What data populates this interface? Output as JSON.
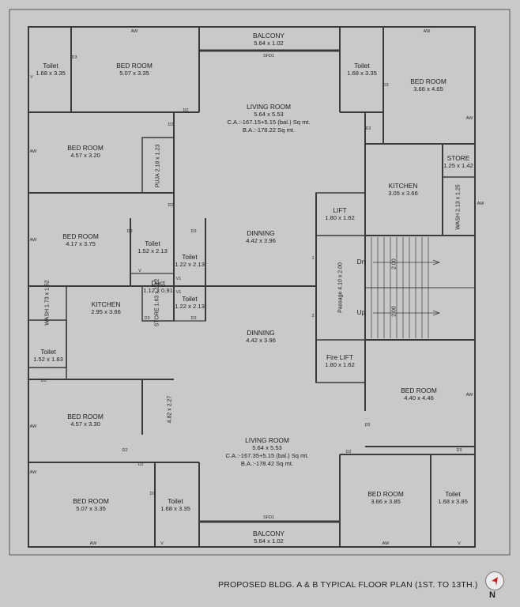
{
  "caption": "PROPOSED BLDG. A & B TYPICAL FLOOR PLAN (1ST. TO 13TH.)",
  "north_label": "N",
  "rooms": {
    "balcony_top": {
      "name": "BALCONY",
      "size": "5.64 x 1.02"
    },
    "toilet_tl": {
      "name": "Toilet",
      "size": "1.68 x 3.35"
    },
    "bedroom_tl": {
      "name": "BED ROOM",
      "size": "5.07 x 3.35"
    },
    "living_top": {
      "name": "LIVING ROOM",
      "size": "5.64 x 5.53",
      "ca": "C.A.:-167.15+5.15 (bal.) Sq mt.",
      "ba": "B.A.:-178.22 Sq mt."
    },
    "toilet_tr": {
      "name": "Toilet",
      "size": "1.68 x 3.35"
    },
    "bedroom_tr": {
      "name": "BED ROOM",
      "size": "3.66 x 4.65"
    },
    "bedroom_l2": {
      "name": "BED ROOM",
      "size": "4.57 x 3.20"
    },
    "puja": {
      "name": "PUJA",
      "size": "2.18 x 1.23"
    },
    "store_tr": {
      "name": "STORE",
      "size": "1.25 x 1.42"
    },
    "kitchen_tr": {
      "name": "KITCHEN",
      "size": "3.05 x 3.66"
    },
    "wash_tr": {
      "name": "WASH",
      "size": "2.13 x 1.25"
    },
    "lift": {
      "name": "LIFT",
      "size": "1.80 x 1.62"
    },
    "bedroom_l3": {
      "name": "BED ROOM",
      "size": "4.17 x 3.75"
    },
    "toilet_c1": {
      "name": "Toilet",
      "size": "1.52 x 2.13"
    },
    "toilet_c2": {
      "name": "Toilet",
      "size": "1.22 x 2.13"
    },
    "dinning_top": {
      "name": "DINNING",
      "size": "4.42 x 3.96"
    },
    "duct": {
      "name": "Duct",
      "size": "1.12 x 0.91"
    },
    "passage": {
      "name": "Passage",
      "size": "4.10 x 2.00"
    },
    "wash_l": {
      "name": "WASH",
      "size": "1.73 x 1.52"
    },
    "kitchen_l": {
      "name": "KITCHEN",
      "size": "2.95 x 3.66"
    },
    "store_c": {
      "name": "STORE",
      "size": "1.63 x 1.12"
    },
    "toilet_c3": {
      "name": "Toilet",
      "size": "1.22 x 2.13"
    },
    "dinning_bottom": {
      "name": "DINNING",
      "size": "4.42 x 3.96"
    },
    "toilet_l": {
      "name": "Toilet",
      "size": "1.52 x 1.83"
    },
    "fire_lift": {
      "name": "Fire LIFT",
      "size": "1.80 x 1.62"
    },
    "bedroom_r3": {
      "name": "BED ROOM",
      "size": "4.40 x 4.46"
    },
    "bedroom_l4": {
      "name": "BED ROOM",
      "size": "4.57 x 3.30"
    },
    "corridor": {
      "size": "4.82 x 2.27"
    },
    "living_bottom": {
      "name": "LIVING ROOM",
      "size": "5.64 x 5.53",
      "ca": "C.A.:-167.35+5.15 (bal.) Sq mt.",
      "ba": "B.A.:-178.42 Sq mt."
    },
    "bedroom_bl": {
      "name": "BED ROOM",
      "size": "5.07 x 3.35"
    },
    "toilet_bc": {
      "name": "Toilet",
      "size": "1.68 x 3.35"
    },
    "bedroom_bc": {
      "name": "BED ROOM",
      "size": "3.66 x 3.85"
    },
    "toilet_br": {
      "name": "Toilet",
      "size": "1.68 x 3.85"
    },
    "balcony_bottom": {
      "name": "BALCONY",
      "size": "5.64 x 1.02"
    }
  },
  "stair": {
    "dn": "Dn",
    "up": "Up",
    "dim": "2.00",
    "landing1": "1",
    "landing2": "2"
  },
  "tags": {
    "aw": "AW",
    "v": "V",
    "d2": "D2",
    "d3": "D3",
    "v1": "V1",
    "sfd1": "SFD1"
  }
}
